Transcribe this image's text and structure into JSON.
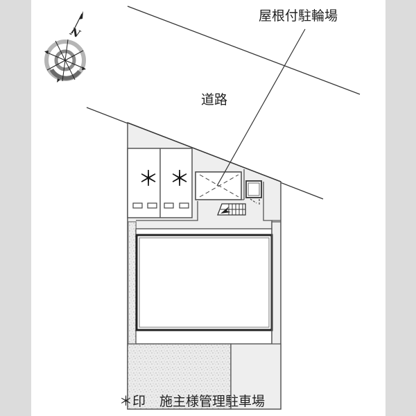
{
  "diagram": {
    "type": "site-plan",
    "compass": {
      "label": "N",
      "direction": "north"
    },
    "labels": {
      "covered_bicycle_parking": "屋根付駐輪場",
      "road": "道路",
      "legend_mark": "＊印",
      "legend_text": "施主様管理駐車場"
    },
    "parking_spaces": [
      {
        "id": 1,
        "marker": "＊"
      },
      {
        "id": 2,
        "marker": "＊"
      }
    ],
    "colors": {
      "outer_margin": "#dcdcdc",
      "background": "#ffffff",
      "site_fill": "#eeeeee",
      "line": "#555555",
      "building_outline": "#222222",
      "gravel_fill": "#e6e6e6"
    }
  }
}
